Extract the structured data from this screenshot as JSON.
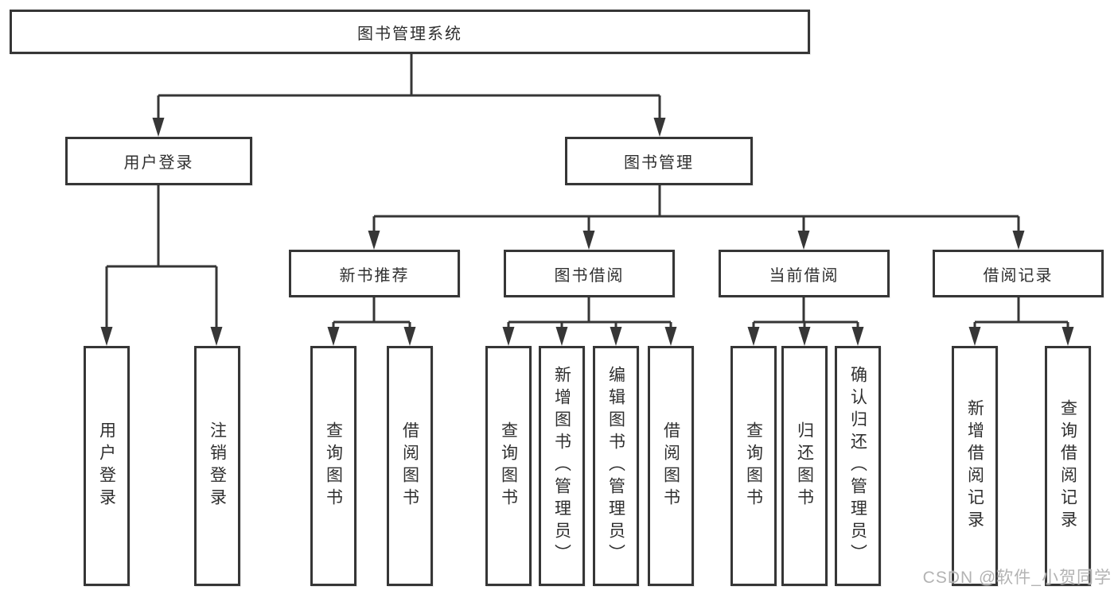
{
  "tree": {
    "root": {
      "label": "图书管理系统"
    },
    "level2": [
      {
        "label": "用户登录",
        "children": [
          {
            "label": "用户登录"
          },
          {
            "label": "注销登录"
          }
        ]
      },
      {
        "label": "图书管理",
        "children": [
          {
            "label": "新书推荐",
            "children": [
              {
                "label": "查询图书"
              },
              {
                "label": "借阅图书"
              }
            ]
          },
          {
            "label": "图书借阅",
            "children": [
              {
                "label": "查询图书"
              },
              {
                "label": "新增图书（管理员）"
              },
              {
                "label": "编辑图书（管理员）"
              },
              {
                "label": "借阅图书"
              }
            ]
          },
          {
            "label": "当前借阅",
            "children": [
              {
                "label": "查询图书"
              },
              {
                "label": "归还图书"
              },
              {
                "label": "确认归还（管理员）"
              }
            ]
          },
          {
            "label": "借阅记录",
            "children": [
              {
                "label": "新增借阅记录"
              },
              {
                "label": "查询借阅记录"
              }
            ]
          }
        ]
      }
    ]
  },
  "watermark": {
    "text": "CSDN @软件_小贺同学"
  },
  "colors": {
    "line": "#363636",
    "text": "#2f2f2f",
    "background": "#ffffff",
    "watermark": "#b3b3b3"
  }
}
